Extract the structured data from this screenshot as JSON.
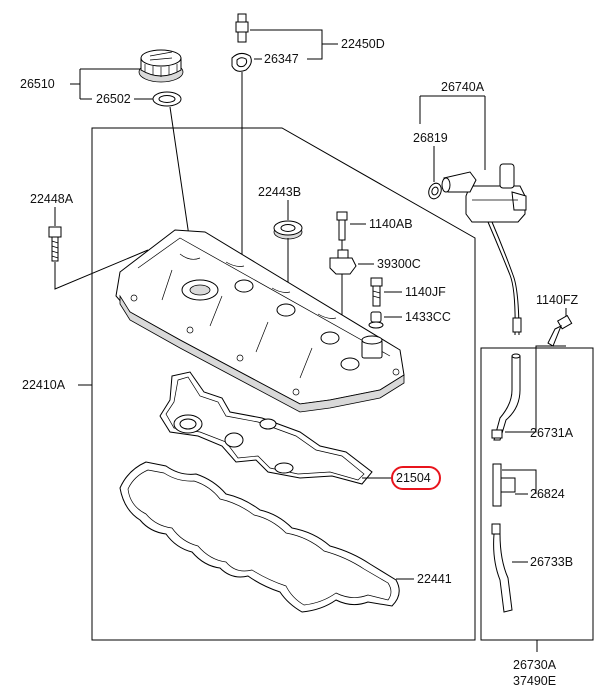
{
  "parts": {
    "p26510": "26510",
    "p26502": "26502",
    "p22450D": "22450D",
    "p26347": "26347",
    "p26740A": "26740A",
    "p26819": "26819",
    "p22448A": "22448A",
    "p22443B": "22443B",
    "p1140AB": "1140AB",
    "p39300C": "39300C",
    "p1140JF": "1140JF",
    "p1433CC": "1433CC",
    "p1140FZ": "1140FZ",
    "p22410A": "22410A",
    "p26731A": "26731A",
    "p21504": "21504",
    "p26824": "26824",
    "p22441": "22441",
    "p26733B": "26733B",
    "p26730A": "26730A",
    "p37490E": "37490E"
  },
  "highlight": {
    "part": "21504",
    "color": "#e8141c"
  }
}
